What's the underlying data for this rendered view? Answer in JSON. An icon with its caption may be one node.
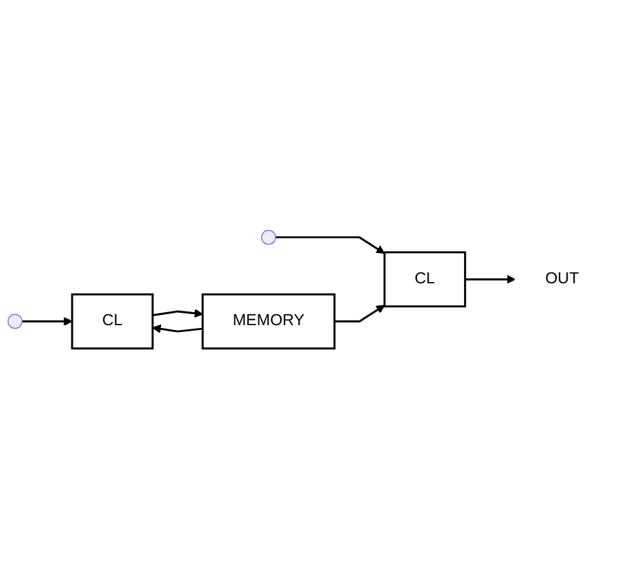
{
  "diagram": {
    "nodes": [
      {
        "text": [
          "CL"
        ]
      },
      {
        "text": [
          "OUT"
        ]
      },
      {
        "text": [
          "CL"
        ]
      },
      {
        "text": [
          "MEMORY"
        ]
      }
    ],
    "edges": [
      {
        "from": null,
        "to": 0,
        "arrow": "to"
      },
      {
        "from": null,
        "to": 2,
        "arrow": "to"
      },
      {
        "from": 0,
        "to": 1,
        "arrow": "to"
      },
      {
        "from": 3,
        "to": 0,
        "arrow": "to"
      },
      {
        "from": 3,
        "to": 2,
        "arrow": "to"
      },
      {
        "from": 2,
        "to": 3,
        "arrow": "to"
      }
    ]
  }
}
